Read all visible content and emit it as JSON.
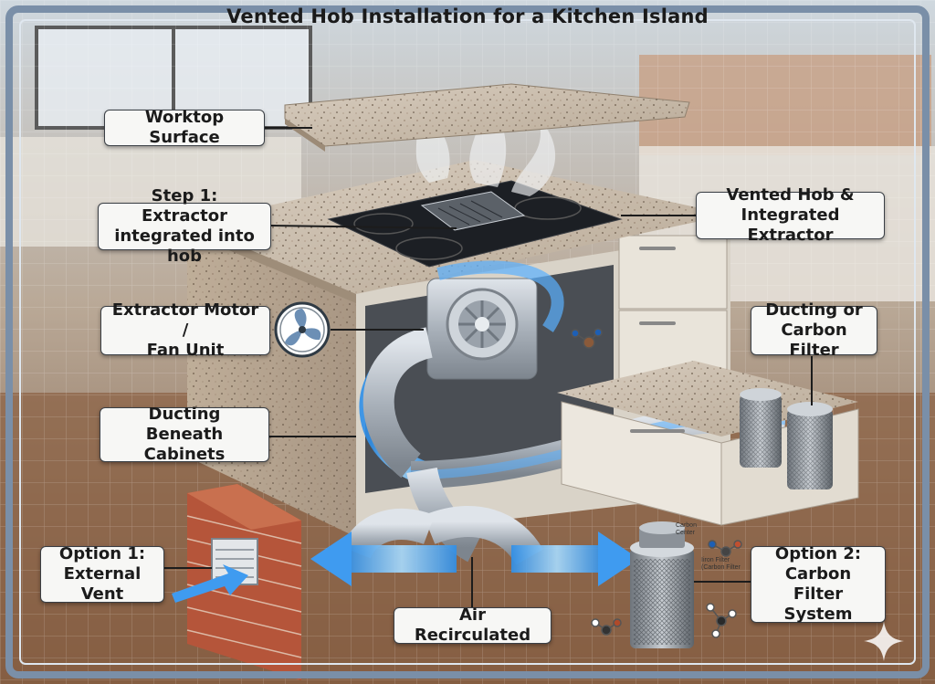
{
  "title": "Vented Hob Installation for a Kitchen Island",
  "labels": {
    "worktop": "Worktop Surface",
    "step1": "Step 1: Extractor\nintegrated into hob",
    "vented_hob": "Vented Hob &\nIntegrated Extractor",
    "motor": "Extractor Motor /\nFan Unit",
    "ducting_filter": "Ducting or\nCarbon Filter",
    "ducting_beneath": "Ducting Beneath\nCabinets",
    "option1": "Option 1:\nExternal Vent",
    "air_recirculated": "Air Recirculated",
    "option2": "Option 2:\nCarbon Filter\nSystem"
  },
  "small_text": {
    "carbon_center": "Carbon\nCenter",
    "filter_note": "Iiron Filter\n(Carbon Filter"
  },
  "colors": {
    "frame": "#7a8fa8",
    "granite": "#cbbcaa",
    "airflow": "#5ab0ff",
    "duct": "#b9c0c8",
    "brick": "#b5553a",
    "hob": "#1c1f24"
  },
  "icons": [
    "fan-icon",
    "sparkle-icon"
  ]
}
